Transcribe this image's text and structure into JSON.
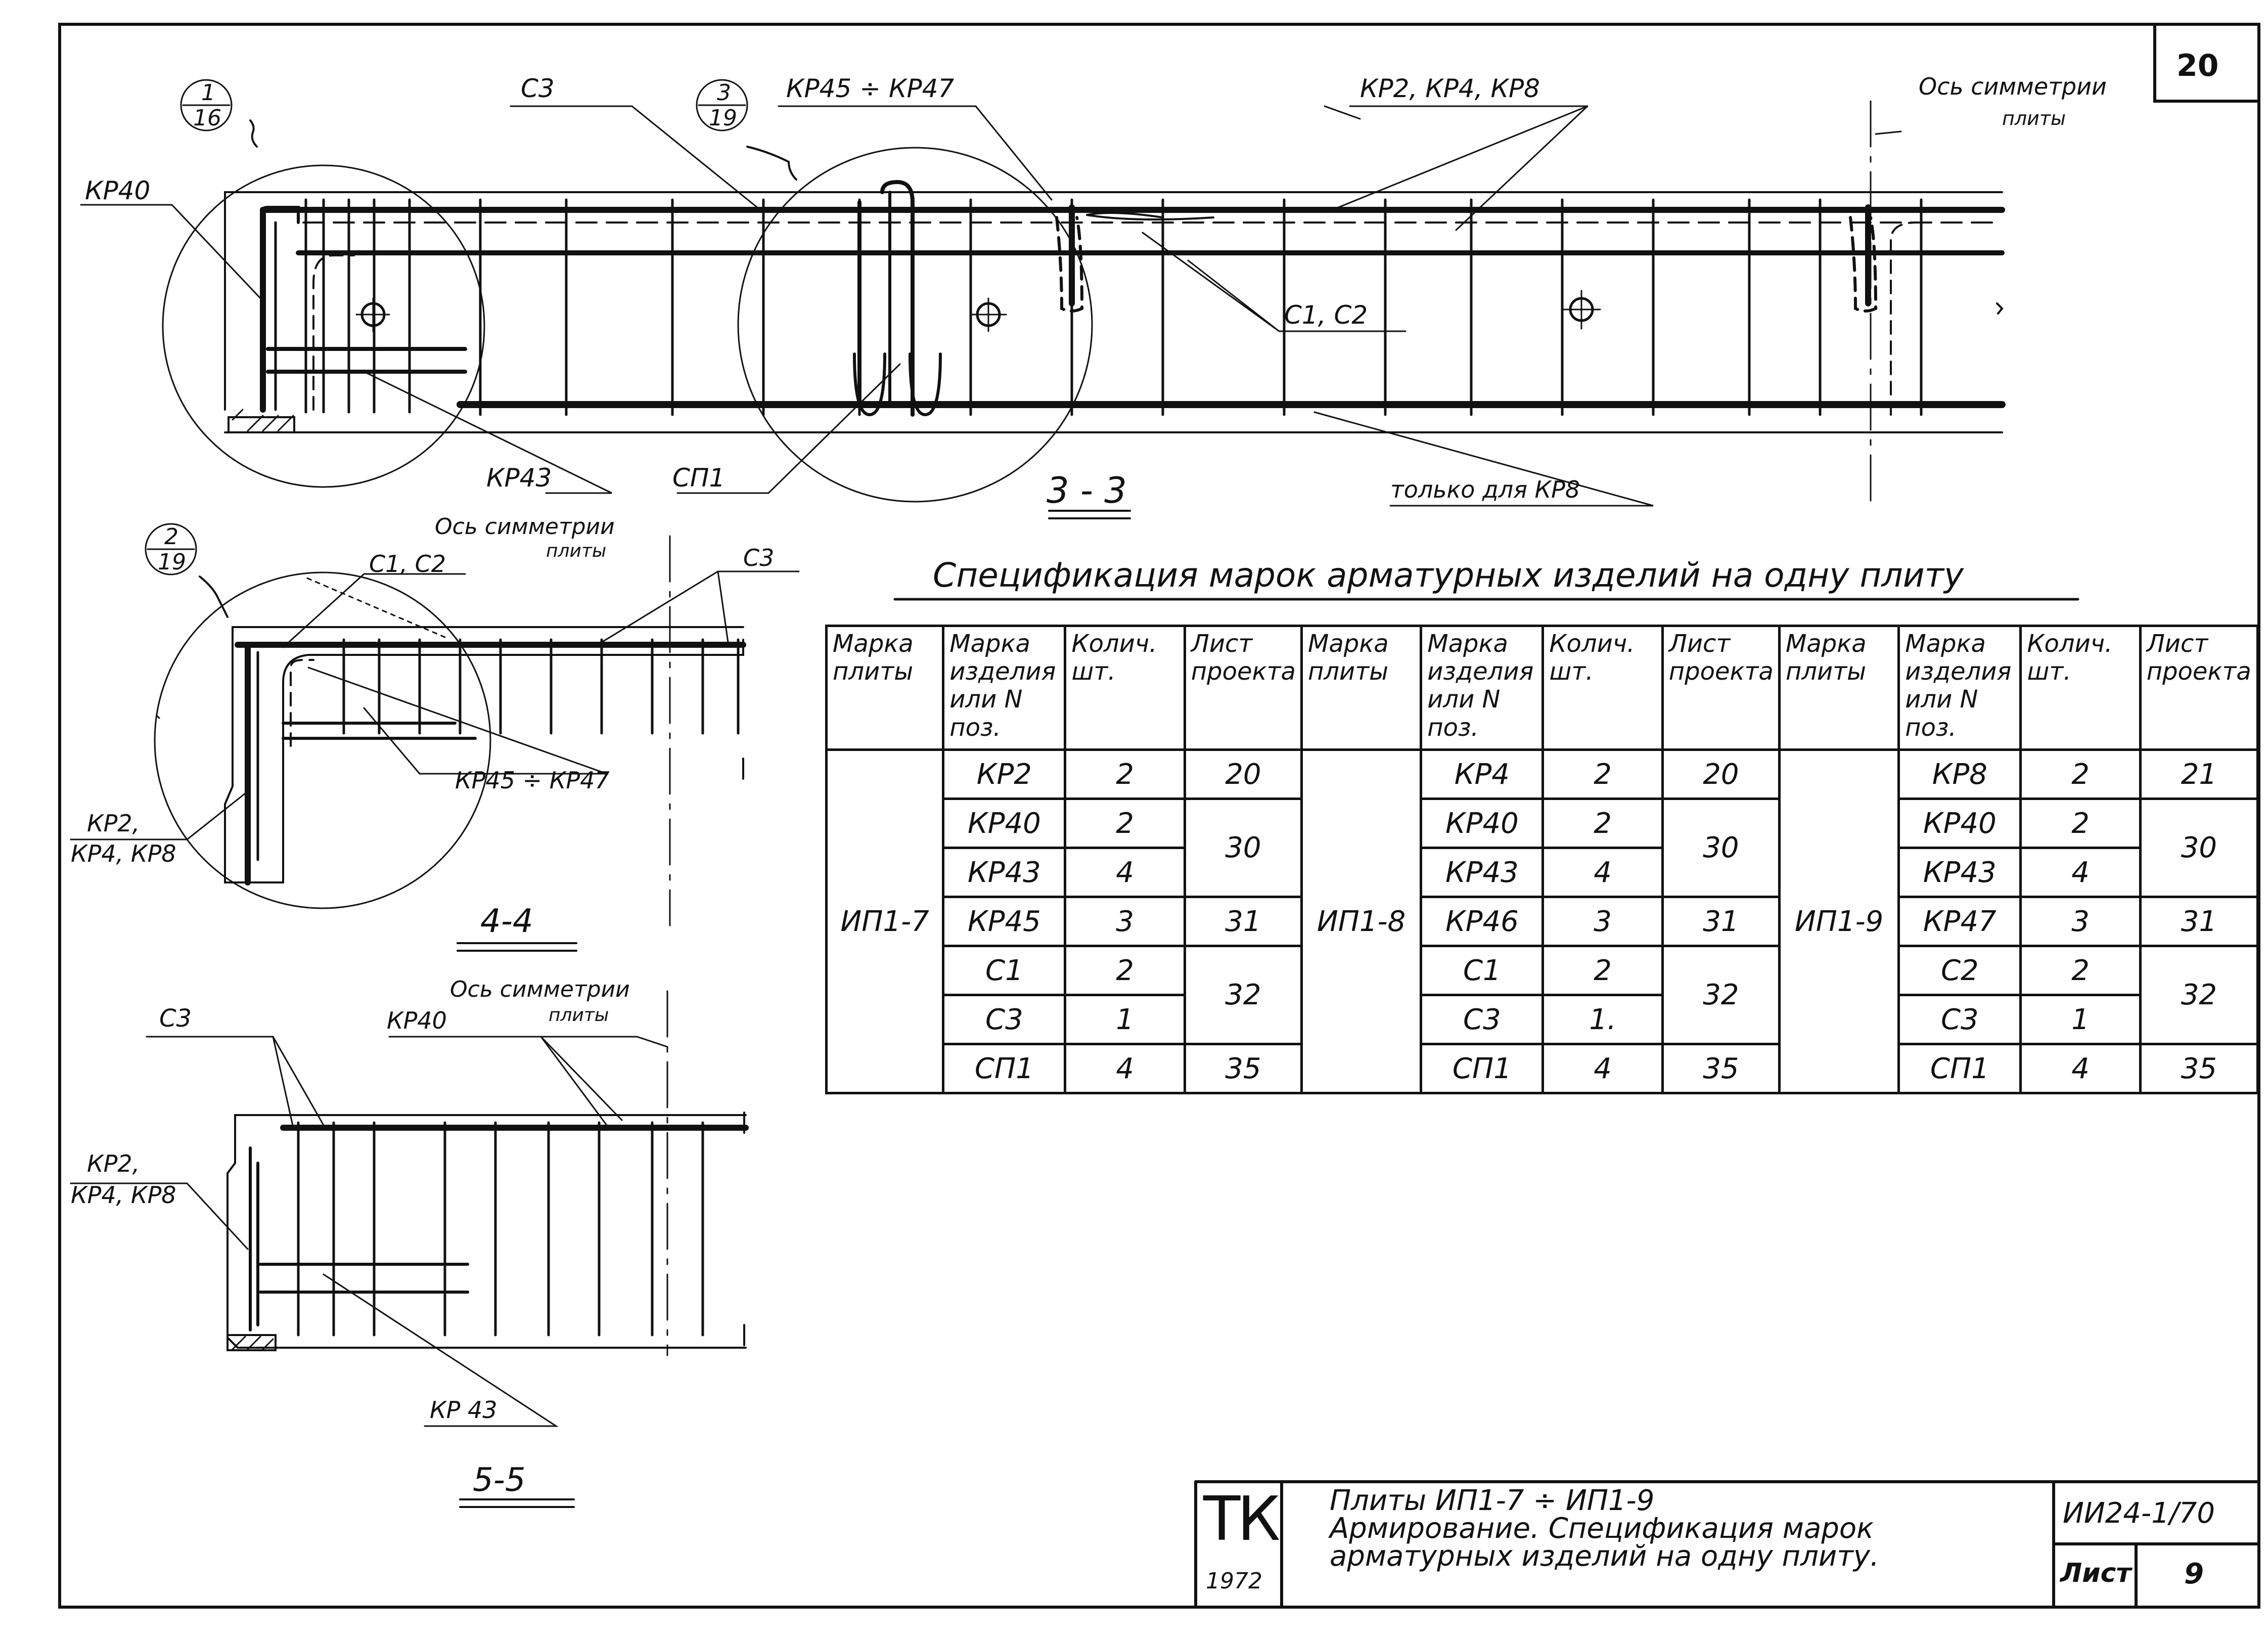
{
  "sheet": {
    "corner_number": "20",
    "section_3_3": "3 - 3",
    "section_4_4": "4-4",
    "section_5_5": "5-5"
  },
  "callouts": {
    "c1": {
      "top": "1",
      "bottom": "16"
    },
    "c2": {
      "top": "3",
      "bottom": "19"
    },
    "c3": {
      "top": "2",
      "bottom": "19"
    }
  },
  "labels_33": {
    "kr40": "КР40",
    "c3": "С3",
    "kr45_47": "КР45 ÷ КР47",
    "kr2_4_8": "КР2, КР4, КР8",
    "axis": "Ось симметрии",
    "axis_sub": "плиты",
    "c1c2": "С1, С2",
    "kr43": "КР43",
    "sp1": "СП1",
    "only_kr8": "только для КР8"
  },
  "labels_44": {
    "axis": "Ось симметрии",
    "axis_sub": "плиты",
    "c1c2": "С1, С2",
    "c3": "С3",
    "kr45_47": "КР45 ÷ КР47",
    "kr2": "КР2,",
    "kr4_8": "КР4, КР8"
  },
  "labels_55": {
    "axis": "Ось симметрии",
    "axis_sub": "плиты",
    "c3": "С3",
    "kr40": "КР40",
    "kr2": "КР2,",
    "kr4_8": "КР4, КР8",
    "kr43": "КР 43"
  },
  "spec": {
    "title": "Спецификация  марок  арматурных  изделий  на одну плиту",
    "headers": {
      "plate": "Марка плиты",
      "item": "Марка изделия или N поз.",
      "qty": "Колич. шт.",
      "sheet": "Лист проекта"
    },
    "groups": [
      {
        "plate": "ИП1-7",
        "rows": [
          {
            "item": "КР2",
            "qty": "2",
            "sheet": "20"
          },
          {
            "item": "КР40",
            "qty": "2",
            "sheet": "30"
          },
          {
            "item": "КР43",
            "qty": "4",
            "sheet": ""
          },
          {
            "item": "КР45",
            "qty": "3",
            "sheet": "31"
          },
          {
            "item": "С1",
            "qty": "2",
            "sheet": "32"
          },
          {
            "item": "С3",
            "qty": "1",
            "sheet": ""
          },
          {
            "item": "СП1",
            "qty": "4",
            "sheet": "35"
          }
        ]
      },
      {
        "plate": "ИП1-8",
        "rows": [
          {
            "item": "КР4",
            "qty": "2",
            "sheet": "20"
          },
          {
            "item": "КР40",
            "qty": "2",
            "sheet": "30"
          },
          {
            "item": "КР43",
            "qty": "4",
            "sheet": ""
          },
          {
            "item": "КР46",
            "qty": "3",
            "sheet": "31"
          },
          {
            "item": "С1",
            "qty": "2",
            "sheet": "32"
          },
          {
            "item": "С3",
            "qty": "1.",
            "sheet": ""
          },
          {
            "item": "СП1",
            "qty": "4",
            "sheet": "35"
          }
        ]
      },
      {
        "plate": "ИП1-9",
        "rows": [
          {
            "item": "КР8",
            "qty": "2",
            "sheet": "21"
          },
          {
            "item": "КР40",
            "qty": "2",
            "sheet": "30"
          },
          {
            "item": "КР43",
            "qty": "4",
            "sheet": ""
          },
          {
            "item": "КР47",
            "qty": "3",
            "sheet": "31"
          },
          {
            "item": "С2",
            "qty": "2",
            "sheet": "32"
          },
          {
            "item": "С3",
            "qty": "1",
            "sheet": ""
          },
          {
            "item": "СП1",
            "qty": "4",
            "sheet": "35"
          }
        ]
      }
    ]
  },
  "title_block": {
    "logo": "ТК",
    "year": "1972",
    "line1": "Плиты  ИП1-7 ÷ ИП1-9",
    "line2": "Армирование. Спецификация  марок",
    "line3": "арматурных  изделий  на одну  плиту.",
    "code": "ИИ24-1/70",
    "sheet_label": "Лист",
    "sheet_no": "9"
  }
}
